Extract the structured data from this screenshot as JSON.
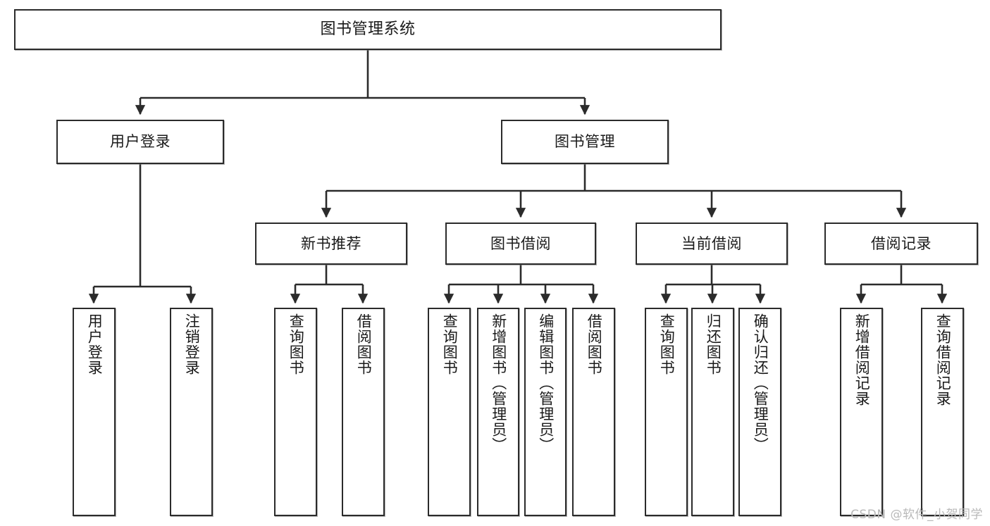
{
  "diagram": {
    "title": "图书管理系统",
    "type": "tree-hierarchy-chart",
    "colors": {
      "box_border": "#2b2b2b",
      "box_fill": "#ffffff",
      "edge": "#2b2b2b",
      "watermark": "#b9b9b9",
      "background": "#ffffff"
    },
    "root": {
      "label": "图书管理系统"
    },
    "level2": [
      {
        "label": "用户登录"
      },
      {
        "label": "图书管理"
      }
    ],
    "level3": [
      {
        "label": "新书推荐"
      },
      {
        "label": "图书借阅"
      },
      {
        "label": "当前借阅"
      },
      {
        "label": "借阅记录"
      }
    ],
    "leaves": {
      "user_login": [
        {
          "label": "用户登录"
        },
        {
          "label": "注销登录"
        }
      ],
      "new_book_recommend": [
        {
          "label": "查询图书"
        },
        {
          "label": "借阅图书"
        }
      ],
      "book_borrow": [
        {
          "label": "查询图书"
        },
        {
          "label": "新增图书（管理员）"
        },
        {
          "label": "编辑图书（管理员）"
        },
        {
          "label": "借阅图书"
        }
      ],
      "current_borrow": [
        {
          "label": "查询图书"
        },
        {
          "label": "归还图书"
        },
        {
          "label": "确认归还（管理员）"
        }
      ],
      "borrow_record": [
        {
          "label": "新增借阅记录"
        },
        {
          "label": "查询借阅记录"
        }
      ]
    }
  },
  "watermark": {
    "text": "CSDN @软件_小贺同学"
  }
}
